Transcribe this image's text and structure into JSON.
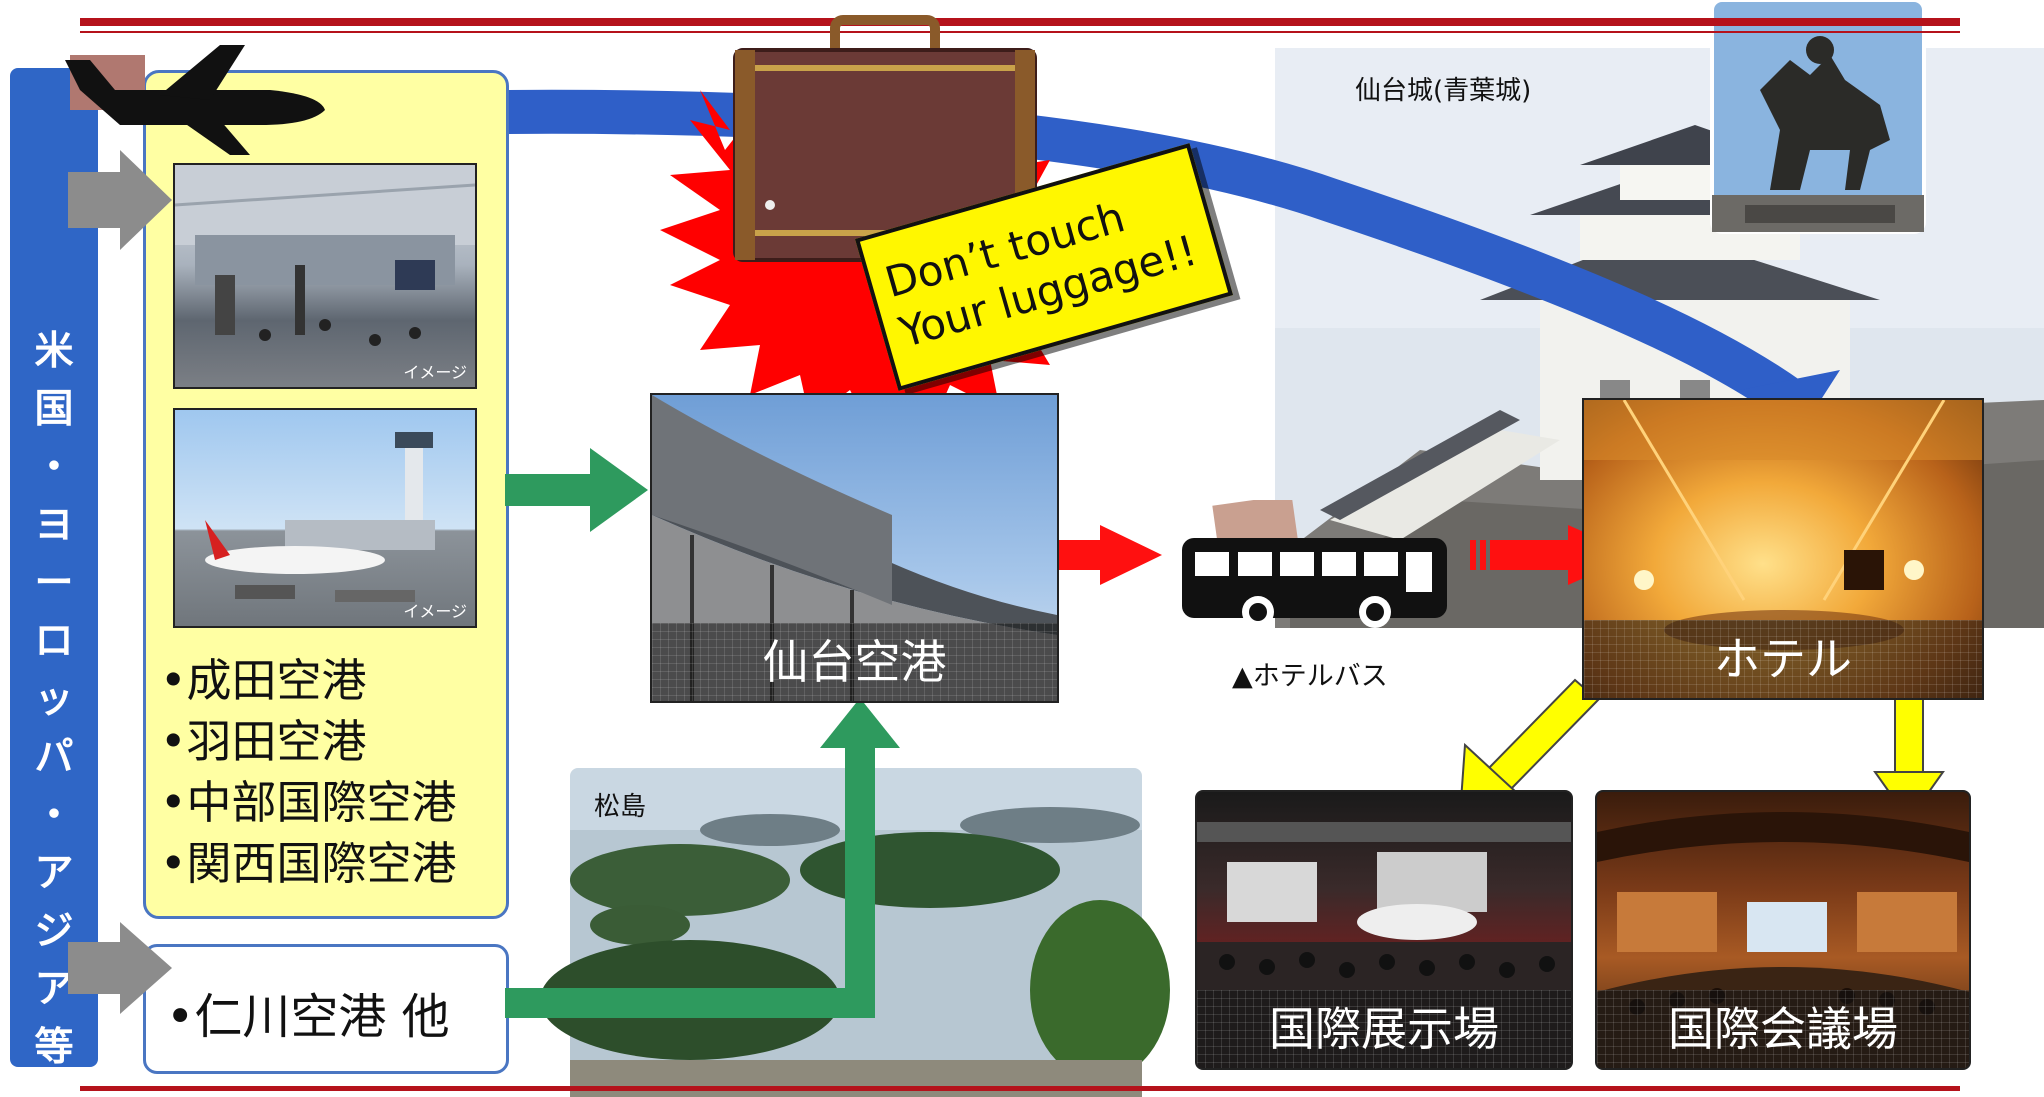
{
  "sidebar": {
    "label_chars": [
      "米",
      "国",
      "・",
      "ヨ",
      "ー",
      "ロ",
      "ッ",
      "パ",
      "・",
      "ア",
      "ジ",
      "ア",
      "等"
    ]
  },
  "airport_photos": {
    "terminal_caption": "イメージ",
    "apron_caption": "イメージ"
  },
  "airports": {
    "domestic": [
      "•成田空港",
      "•羽田空港",
      "•中部国際空港",
      "•関西国際空港"
    ],
    "overseas": "•仁川空港 他"
  },
  "sendai_airport": {
    "label": "仙台空港"
  },
  "warning": {
    "line1": "Don’t touch",
    "line2": "Your luggage!!"
  },
  "bus": {
    "caption": "▲ホテルバス"
  },
  "castle": {
    "caption": "仙台城(青葉城)"
  },
  "hotel": {
    "label": "ホテル"
  },
  "matsushima": {
    "caption": "松島"
  },
  "venues": {
    "exhibition": "国際展示場",
    "conference": "国際会議場"
  },
  "colors": {
    "sidebar_blue": "#2f66c6",
    "panel_yellow": "#ffffa3",
    "rule_red": "#b5121b",
    "flow_green": "#2e9a5e",
    "flow_red": "#ff1010",
    "flow_yellow": "#ffff00",
    "arc_blue": "#2f5fc8"
  }
}
